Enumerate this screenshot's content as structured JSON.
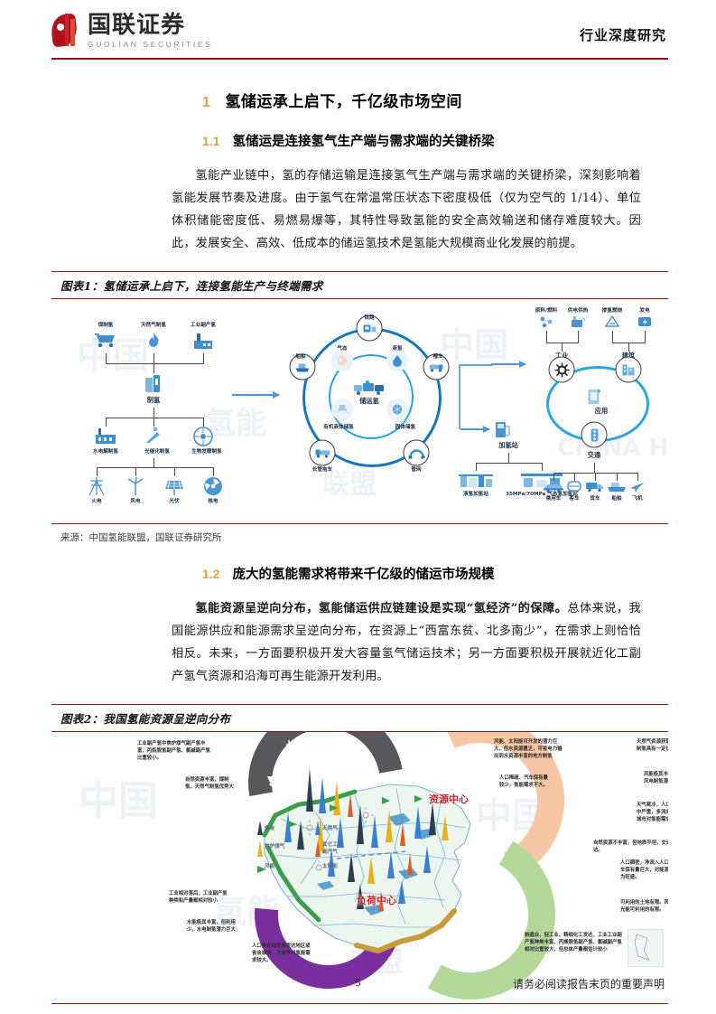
{
  "header": {
    "logo_cn": "国联证券",
    "logo_en": "GUOLIAN SECURITIES",
    "right_title": "行业深度研究"
  },
  "sections": [
    {
      "number": "1",
      "title": "氢储运承上启下，千亿级市场空间"
    },
    {
      "number": "1.1",
      "title": "氢储运是连接氢气生产端与需求端的关键桥梁"
    },
    {
      "number": "1.2",
      "title": "庞大的氢能需求将带来千亿级的储运市场规模"
    }
  ],
  "paragraphs": {
    "p1": "氢能产业链中，氢的存储运输是连接氢气生产端与需求端的关键桥梁，深刻影响着氢能发展节奏及进度。由于氢气在常温常压状态下密度极低（仅为空气的 1/14）、单位体积储能密度低、易燃易爆等，其特性导致氢能的安全高效输送和储存难度较大。因此，发展安全、高效、低成本的储运氢技术是氢能大规模商业化发展的前提。",
    "p2_bold": "氢能资源呈逆向分布，氢能储运供应链建设是实现“氢经济”的保障。",
    "p2_rest": "总体来说，我国能源供应和能源需求呈逆向分布，在资源上“西富东贫、北多南少”，在需求上则恰恰相反。未来，一方面要积极开发大容量氢气储运技术；另一方面要积极开展就近化工副产氢气资源和沿海可再生能源开发利用。"
  },
  "figure1": {
    "caption": "图表1：氢储运承上启下，连接氢能生产与终端需求",
    "source": "来源：中国氢能联盟，国联证券研究所",
    "watermark": "中国氢能联盟 CHINA HYDROGEN ALLIANCE",
    "production": {
      "center_label": "制氢",
      "top_sources": [
        "煤制氢",
        "天然气制氢",
        "工业副产氢"
      ],
      "mid_sources": [
        "水电解制氢",
        "光催化制氢",
        "生物发酵制氢"
      ],
      "bottom_sources": [
        "火电",
        "风电",
        "光伏",
        "核电"
      ]
    },
    "storage": {
      "center_label": "储运氢",
      "inner_ring": [
        "气态",
        "液氢",
        "固体储氢",
        "有机液体储氢"
      ],
      "outer_ring": [
        "铁路",
        "槽车",
        "管网",
        "长管拖车",
        "船舶"
      ]
    },
    "refuel": {
      "label": "加氢站",
      "types": [
        "液氢加氢站",
        "35MPa/70MPa\n气态氢加氢站"
      ]
    },
    "application": {
      "center_label": "应用",
      "nodes": [
        "工业",
        "建筑",
        "交通"
      ],
      "industry_items": [
        "原料/燃料",
        "供电供热"
      ],
      "building_items": [
        "掺氢燃烧",
        "发电"
      ],
      "transport_items": [
        "乘用车",
        "客车",
        "货车",
        "船舶",
        "飞机"
      ]
    }
  },
  "figure2": {
    "caption": "图表2：我国氢能资源呈逆向分布",
    "center_labels": [
      "资源中心",
      "负荷中心"
    ],
    "legend": [
      "煤炭",
      "天然气",
      "焦炉煤气",
      "其它工业\n副产气",
      "风能",
      "太阳能"
    ],
    "annotations": [
      "工业副产氢中焦炉煤气副产氢丰富，丙烷脱氢副产氢、氯碱副产氢比重较小。",
      "自然资源丰富，煤制氢、天然气制氢优势大",
      "风能、太阳能可开发的潜力巨大，但水资源匮乏，可将电力输出到水资源丰富的地方制氢",
      "人口稀疏、汽车保有量较少，氢能需求不大。",
      "天然气资源获取容易，天然气制氢具有一定优势",
      "风能极其丰富，但利用少，风电制氢潜力巨大",
      "天气寒冷，人口towards集中严重，多流向省会城市，大城市对氢能需求较大。",
      "自然资源不丰富，但地质平坦，交通四通发达。",
      "人口稠密，净流入人口较多，汽车保有量巨大，对能源的需求较为旺盛。",
      "可利用的土地有限。风能、水能、光能可利用的有限。",
      "制造业、轻工业、精细化工发达，工业工业副产氢种类丰富，丙烯脱氢副产氢、氯碱副产氢相对比重较大，但总体产量都估计较小",
      "工业相对落后，工业副产氢种类和产量都相对较小",
      "水能极其丰富，但利用少，水电制氢潜力巨大",
      "人口多迁向东南发达地区或省会城市，大城市对氢能需求较大。"
    ]
  },
  "footer": {
    "page_number": "5",
    "note": "请务必阅读报告末页的重要声明"
  }
}
